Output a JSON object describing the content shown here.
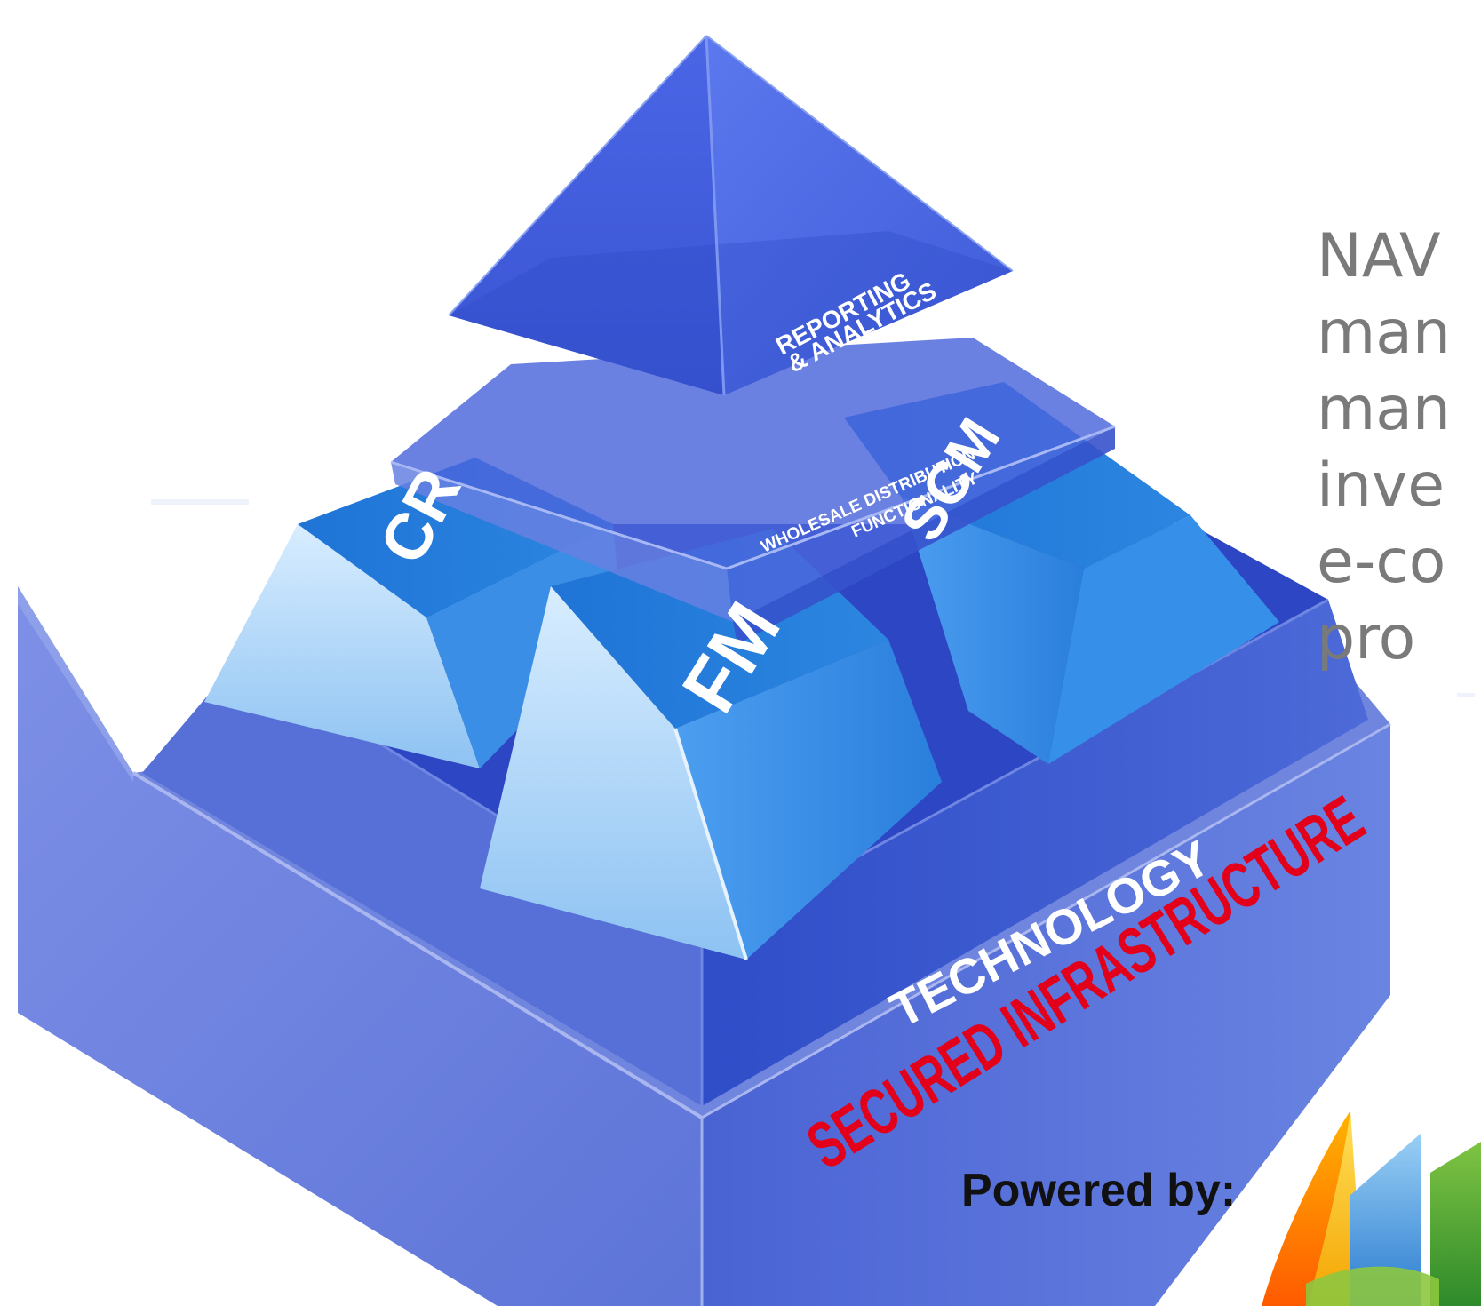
{
  "pyramid": {
    "top_label_line1": "REPORTING",
    "top_label_line2": "& ANALYTICS",
    "wholesale_line1": "WHOLESALE DISTRIBUTION",
    "wholesale_line2": "FUNCTIONALITY",
    "block_left": "CR",
    "block_center": "FM",
    "block_right": "SCM",
    "technology": "TECHNOLOGY",
    "infrastructure": "SECURED INFRASTRUCTURE"
  },
  "side_text": {
    "line1": "NAV",
    "line2": "man",
    "line3": "man",
    "line4": "inve",
    "line5": "e-co",
    "line6": "pro"
  },
  "footer": {
    "powered_by": "Powered by:"
  },
  "colors": {
    "infrastructure_text": "#e3001b",
    "label_text": "#ffffff",
    "side_text": "#7a7a7a"
  }
}
